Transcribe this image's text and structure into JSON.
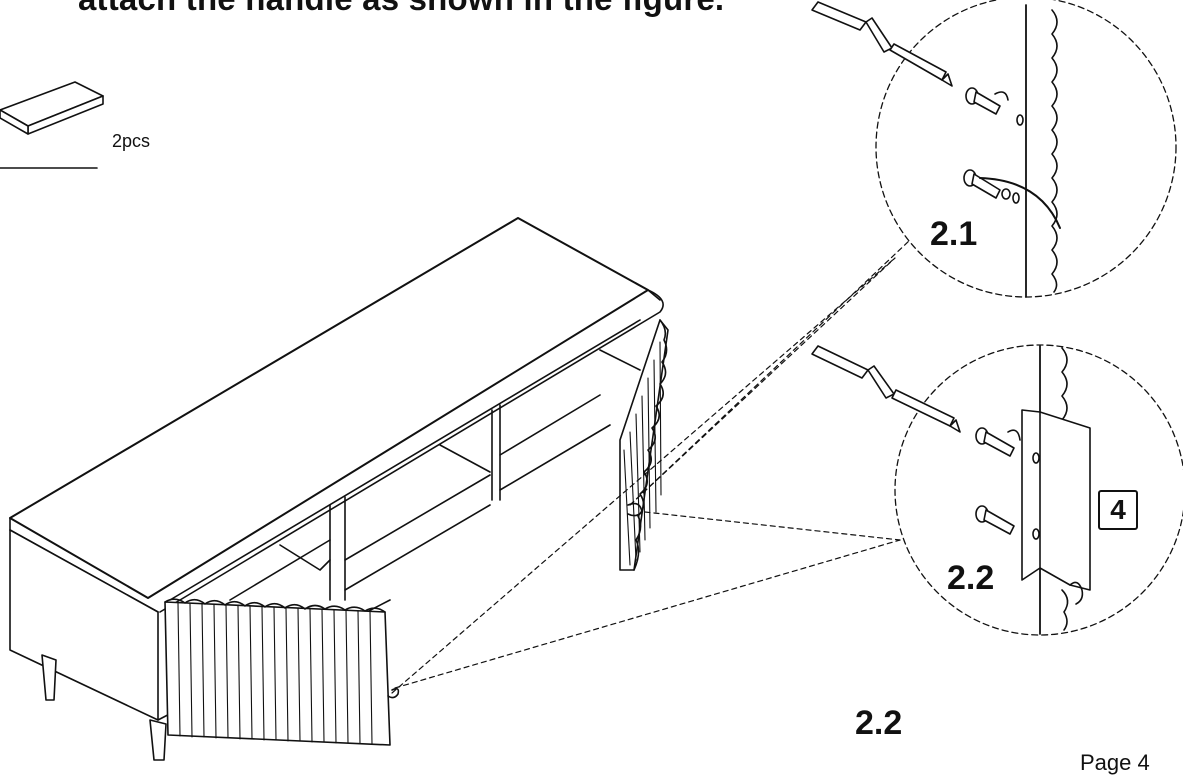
{
  "heading": "attach the handle as shown in the figure.",
  "parts": {
    "quantity": "2pcs",
    "part_number": "4"
  },
  "details": [
    {
      "label": "2.1"
    },
    {
      "label": "2.2"
    }
  ],
  "step_label": "2.2",
  "page": "Page 4"
}
